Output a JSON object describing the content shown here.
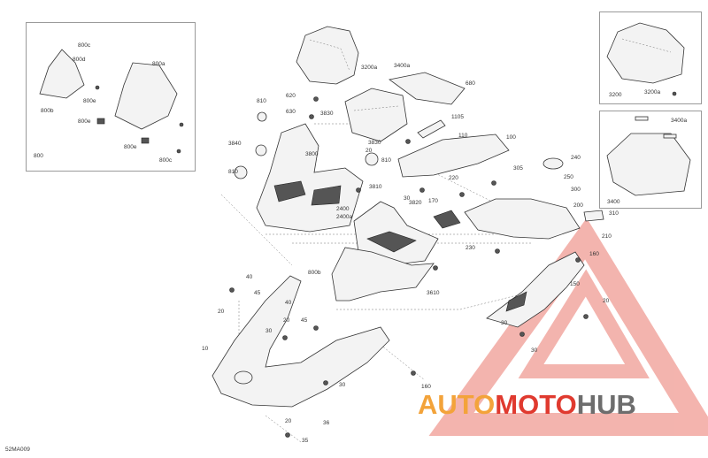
{
  "diagram": {
    "code": "52MA009",
    "labels": {
      "p800c": "800c",
      "p800d": "800d",
      "p800a": "800a",
      "p800b": "800b",
      "p800e": "800e",
      "p800e2": "800e",
      "p800": "800",
      "p800c2": "800c",
      "p3200a": "3200a",
      "p3400a": "3400a",
      "p680": "680",
      "p620": "620",
      "p630": "630",
      "p3830": "3830",
      "p810": "810",
      "p810b": "810",
      "p810c": "810",
      "p1105": "1105",
      "p110": "110",
      "p100": "100",
      "p3840": "3840",
      "p3800": "3800",
      "p3830b": "3830",
      "p20a": "20",
      "p3810": "3810",
      "p220": "220",
      "p305": "305",
      "p240": "240",
      "p250": "250",
      "p300": "300",
      "p200": "200",
      "p310": "310",
      "p210": "210",
      "p170": "170",
      "p30a": "30",
      "p3820": "3820",
      "p2400": "2400",
      "p2400a": "2400a",
      "p230": "230",
      "p160": "160",
      "p150": "150",
      "p3610": "3610",
      "p800b2": "800b",
      "p40a": "40",
      "p45a": "45",
      "p20b": "20",
      "p20c": "20",
      "p40b": "40",
      "p45b": "45",
      "p30b": "30",
      "p20d": "20",
      "p10": "10",
      "p30c": "30",
      "p160b": "160",
      "p35": "35",
      "p36": "36",
      "p20e": "20",
      "p30d": "30",
      "p3200": "3200",
      "p3200a2": "3200a",
      "p3400": "3400",
      "p3400a2": "3400a"
    }
  },
  "watermark": {
    "text_a": "AUTO",
    "text_b": "MOTO",
    "text_c": "HUB",
    "colors": {
      "orange": "#f3a33a",
      "red": "#e03a2f",
      "grey": "#6d6d6d",
      "pink": "#f2a7a0"
    }
  }
}
